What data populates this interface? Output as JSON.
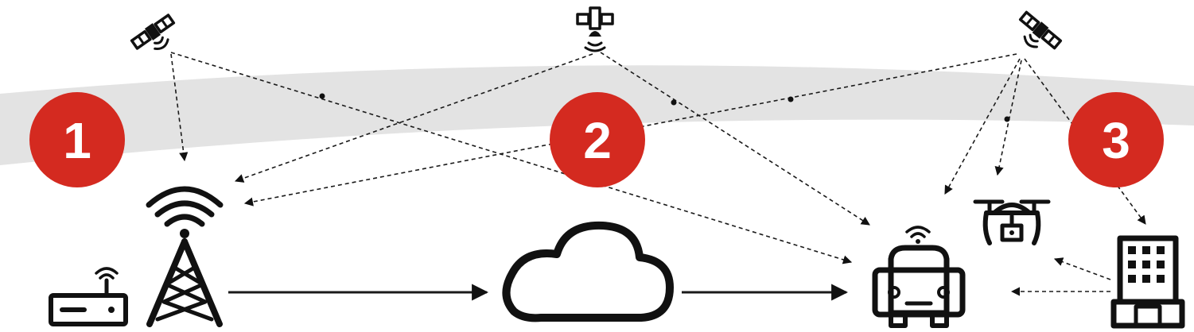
{
  "colors": {
    "badge": "#d42a20",
    "band": "#e3e3e3",
    "ink": "#111111"
  },
  "badges": [
    {
      "label": "1"
    },
    {
      "label": "2"
    },
    {
      "label": "3"
    }
  ],
  "icons": {
    "satellites": [
      "satellite-icon",
      "satellite-icon",
      "satellite-icon"
    ],
    "ground": [
      "router-icon",
      "cell-tower-icon",
      "cloud-icon",
      "car-icon",
      "drone-icon",
      "building-icon"
    ]
  }
}
